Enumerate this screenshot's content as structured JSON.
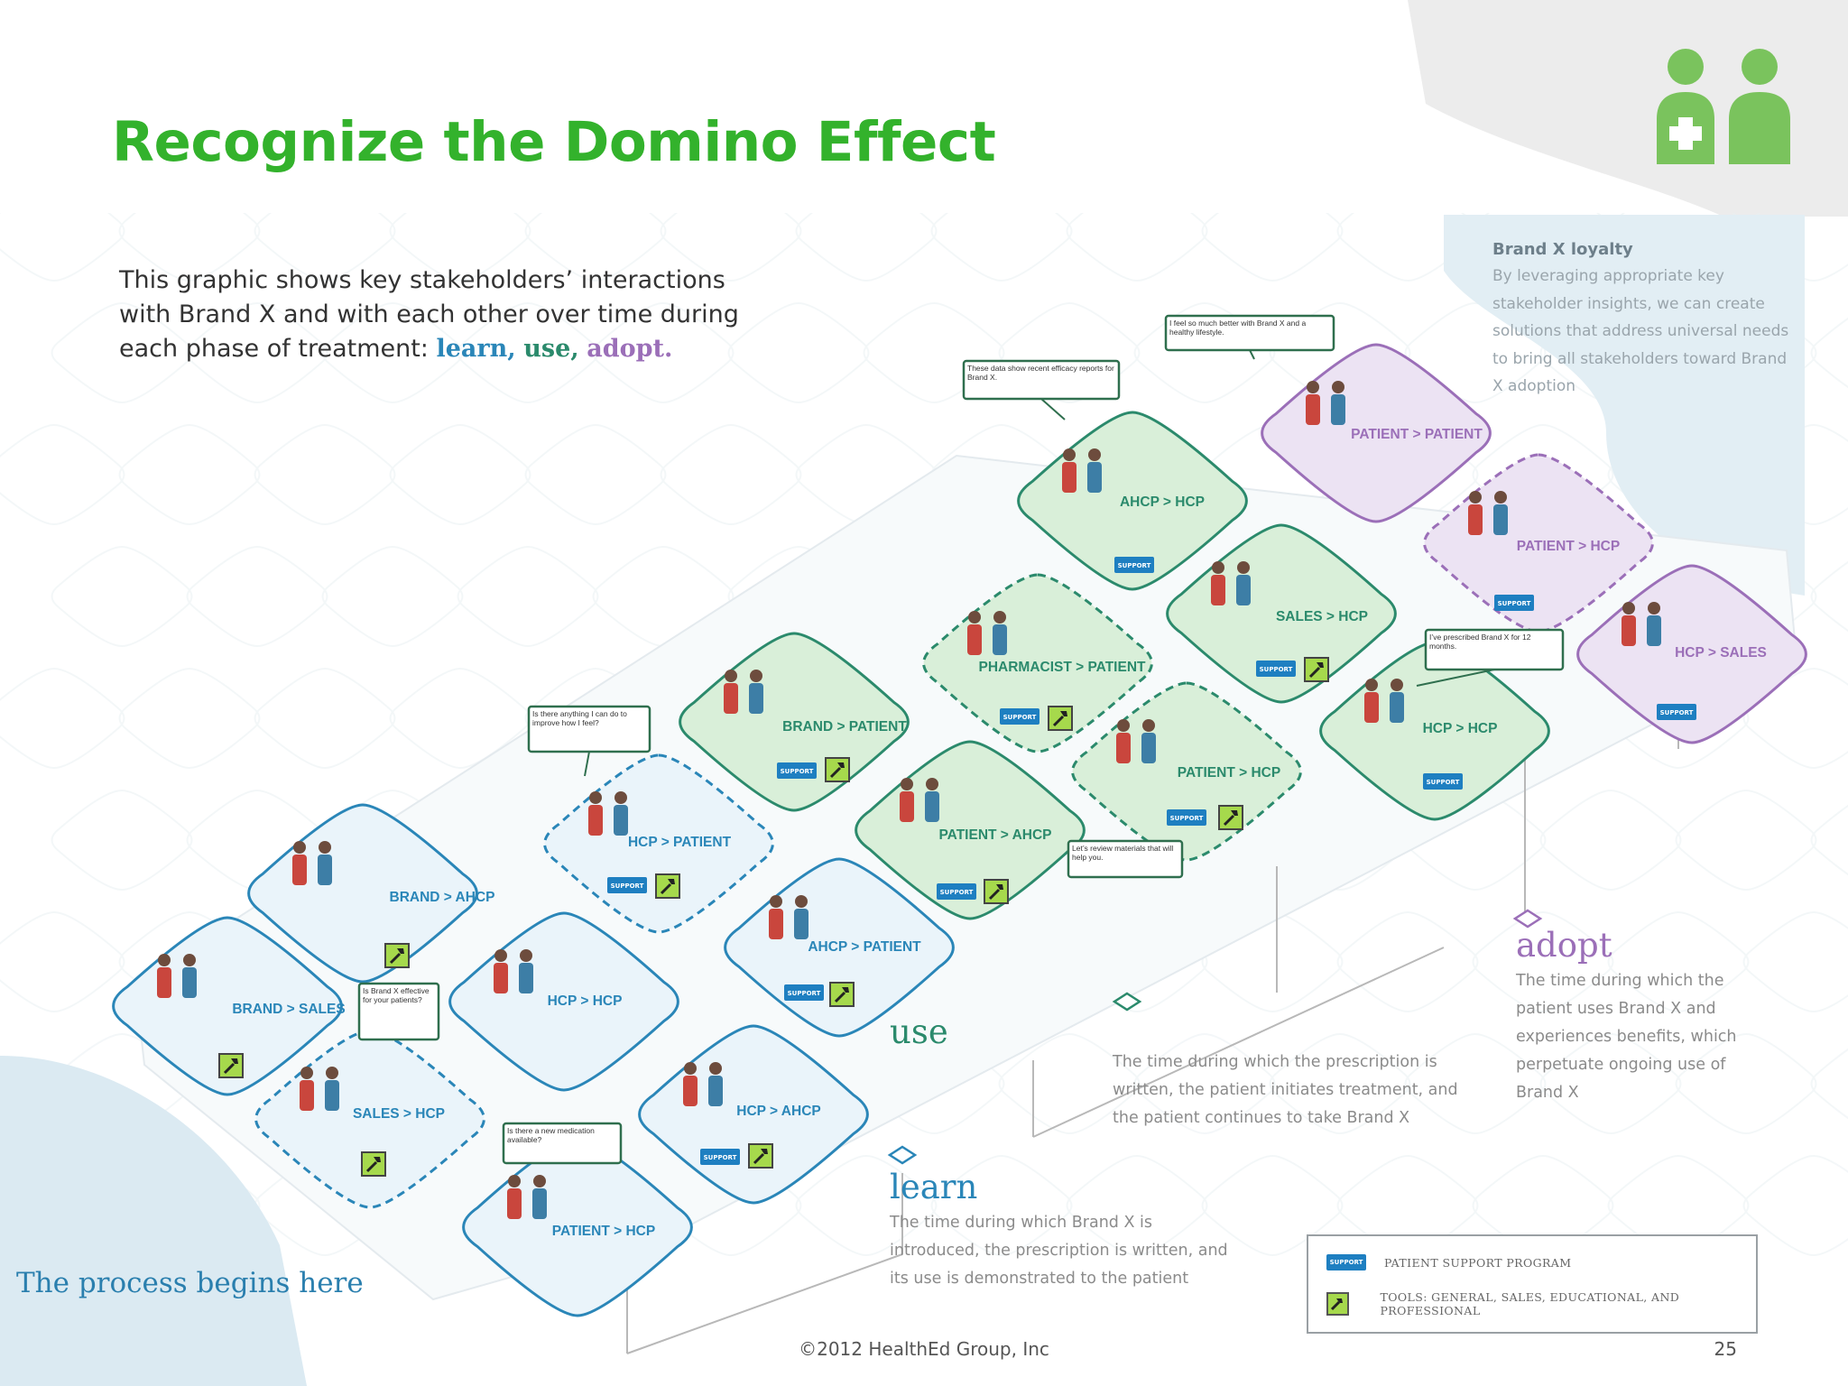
{
  "slide": {
    "title": "Recognize the Domino Effect",
    "footer": "©2012 HealthEd Group, Inc",
    "page_number": "25"
  },
  "intro": {
    "text": "This graphic shows key stakeholders’ interactions with Brand X and with each other over time during each phase of treatment:",
    "phase_learn": "learn,",
    "phase_use": "use,",
    "phase_adopt": "adopt."
  },
  "phases": {
    "learn": {
      "title": "learn",
      "description": "The time during which Brand X is introduced, the prescription is written, and its use is demonstrated to the patient"
    },
    "use": {
      "title": "use",
      "description": "The time during which the prescription is written, the patient initiates treatment, and the patient continues to take Brand X"
    },
    "adopt": {
      "title": "adopt",
      "description": "The time during which the patient uses Brand X and experiences benefits, which perpetuate ongoing use of Brand X"
    }
  },
  "loyalty": {
    "title": "Brand X loyalty",
    "body": "By leveraging appropriate key stakeholder insights, we can create solutions that address universal needs to bring all stakeholders toward Brand X adoption"
  },
  "start_label": "The process begins here",
  "support_badge": "SUPPORT",
  "legend": {
    "support_label": "PATIENT SUPPORT PROGRAM",
    "tools_label": "TOOLS: GENERAL, SALES, EDUCATIONAL, AND PROFESSIONAL"
  },
  "nodes": [
    {
      "label": "BRAND > SALES",
      "phase": "learn",
      "dashed": false
    },
    {
      "label": "BRAND > AHCP",
      "phase": "learn",
      "dashed": false
    },
    {
      "label": "SALES > HCP",
      "phase": "learn",
      "dashed": true
    },
    {
      "label": "HCP > HCP",
      "phase": "learn",
      "dashed": false
    },
    {
      "label": "PATIENT > HCP",
      "phase": "learn",
      "dashed": false
    },
    {
      "label": "HCP > PATIENT",
      "phase": "learn",
      "dashed": true
    },
    {
      "label": "HCP > AHCP",
      "phase": "learn",
      "dashed": false
    },
    {
      "label": "AHCP > PATIENT",
      "phase": "learn",
      "dashed": false
    },
    {
      "label": "BRAND > PATIENT",
      "phase": "use",
      "dashed": false
    },
    {
      "label": "PATIENT > AHCP",
      "phase": "use",
      "dashed": false
    },
    {
      "label": "PHARMACIST > PATIENT",
      "phase": "use",
      "dashed": true
    },
    {
      "label": "PATIENT > HCP",
      "phase": "use",
      "dashed": true
    },
    {
      "label": "AHCP > HCP",
      "phase": "use",
      "dashed": false
    },
    {
      "label": "SALES > HCP",
      "phase": "use",
      "dashed": false
    },
    {
      "label": "HCP > HCP",
      "phase": "use",
      "dashed": false
    },
    {
      "label": "PATIENT > PATIENT",
      "phase": "adopt",
      "dashed": false
    },
    {
      "label": "PATIENT > HCP",
      "phase": "adopt",
      "dashed": true
    },
    {
      "label": "HCP > SALES",
      "phase": "adopt",
      "dashed": false
    }
  ],
  "bubbles": [
    {
      "text": "Is Brand X effective for your patients?"
    },
    {
      "text": "Is there a new medication available?"
    },
    {
      "text": "Is there anything I can do to improve how I feel?"
    },
    {
      "text": "These data show recent efficacy reports for Brand X."
    },
    {
      "text": "I feel so much better with Brand X and a healthy lifestyle."
    },
    {
      "text": "I’ve prescribed Brand X for 12 months."
    },
    {
      "text": "Let’s review materials that will help you."
    }
  ],
  "colors": {
    "title": "#33b22c",
    "learn": "#2a86b8",
    "use": "#2b8a6c",
    "adopt": "#9b6fb8",
    "learn_fill": "#eaf4fa",
    "use_fill": "#d9efd9",
    "adopt_fill": "#ece3f3",
    "support": "#1e7fc1",
    "tool": "#a6d94c"
  },
  "icons": [
    "people-plus-logo-icon",
    "support-badge-icon",
    "hammer-tool-icon",
    "phase-diamond-icon"
  ]
}
